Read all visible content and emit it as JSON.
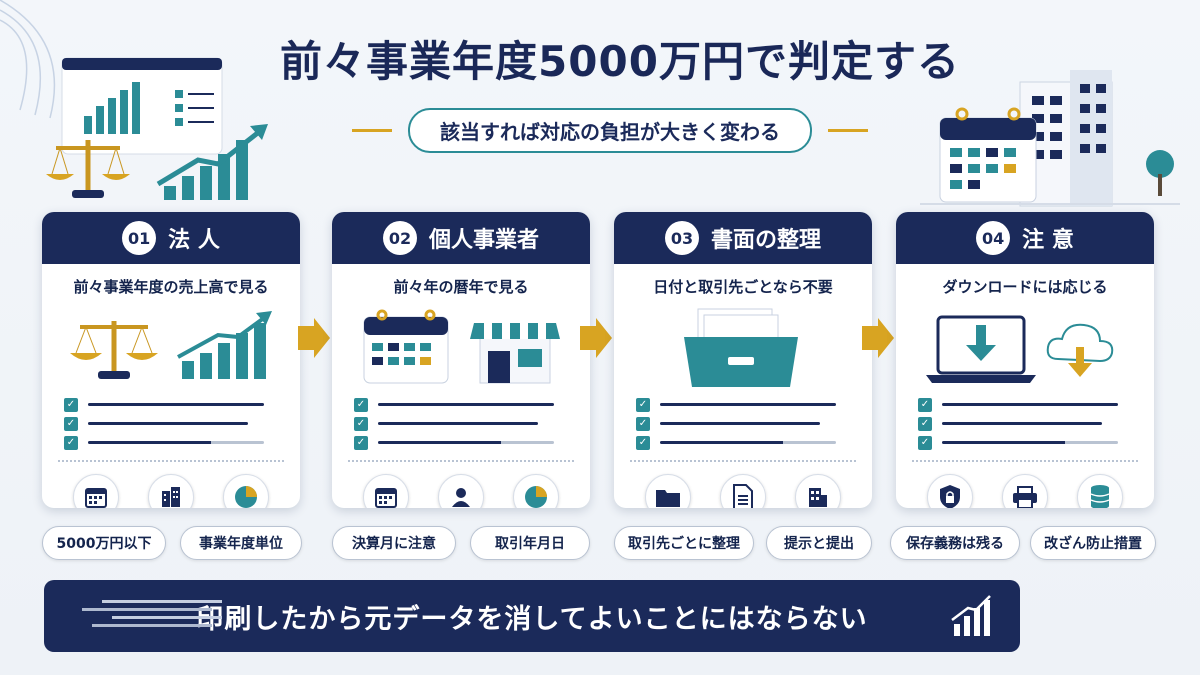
{
  "title": "前々事業年度5000万円で判定する",
  "subtitle": "該当すれば対応の負担が大きく変わる",
  "cards": [
    {
      "num": "01",
      "title": "法 人",
      "desc": "前々事業年度の売上高で見る"
    },
    {
      "num": "02",
      "title": "個人事業者",
      "desc": "前々年の暦年で見る"
    },
    {
      "num": "03",
      "title": "書面の整理",
      "desc": "日付と取引先ごとなら不要"
    },
    {
      "num": "04",
      "title": "注 意",
      "desc": "ダウンロードには応じる"
    }
  ],
  "pills": [
    "5000万円以下",
    "事業年度単位",
    "決算月に注意",
    "取引年月日",
    "取引先ごとに整理",
    "提示と提出",
    "保存義務は残る",
    "改ざん防止措置"
  ],
  "banner": "印刷したから元データを消してよいことにはならない",
  "colors": {
    "navy": "#1b2a5a",
    "teal": "#2b8c96",
    "gold": "#d8a422"
  }
}
